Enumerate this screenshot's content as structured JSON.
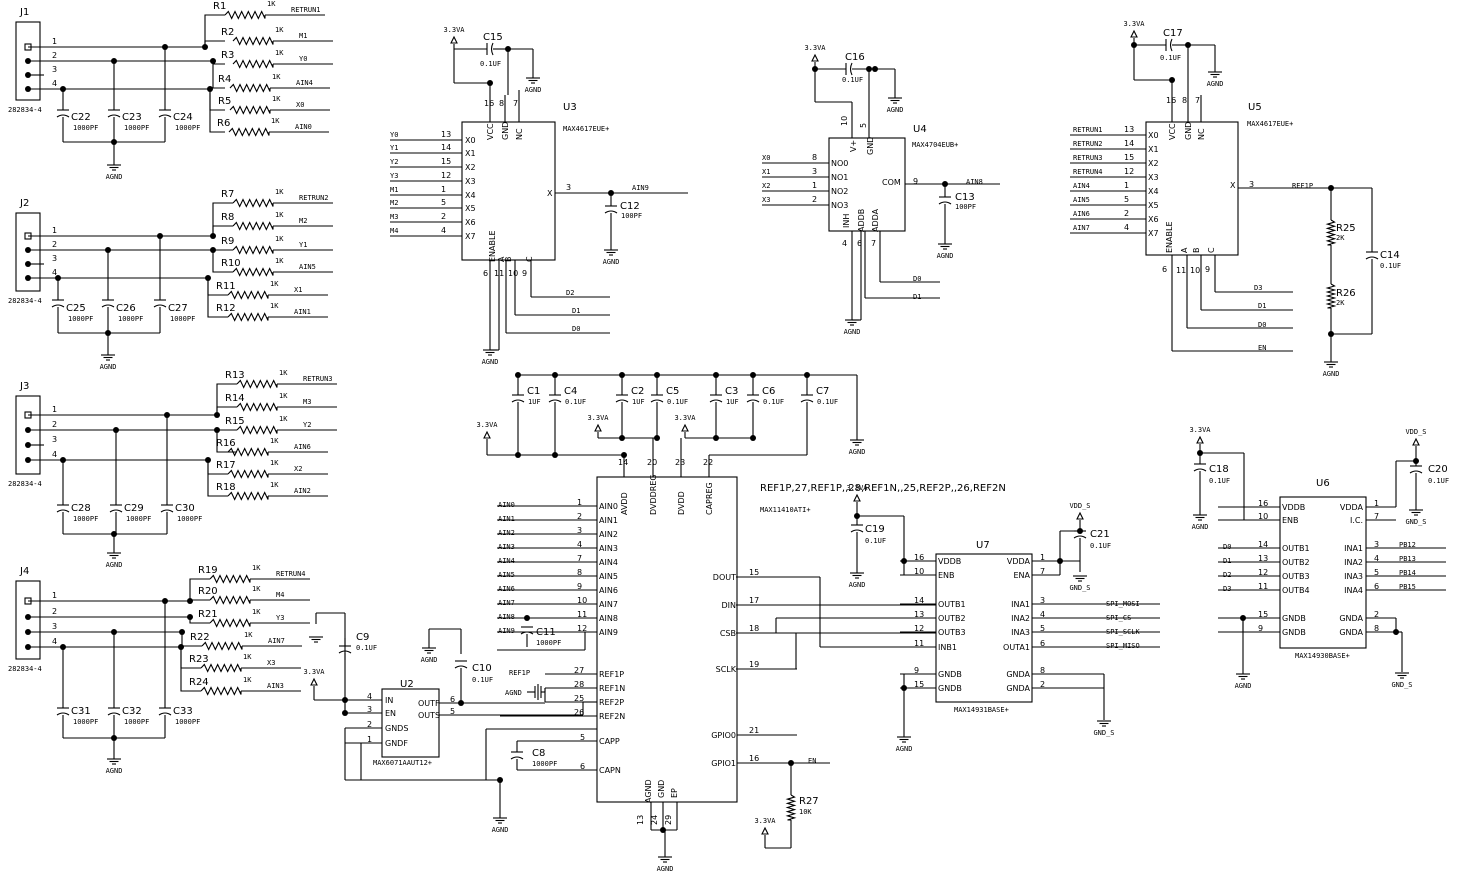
{
  "connectors": [
    {
      "ref": "J1",
      "part": "282834-4",
      "pins": [
        "1",
        "2",
        "3",
        "4"
      ]
    },
    {
      "ref": "J2",
      "part": "282834-4",
      "pins": [
        "1",
        "2",
        "3",
        "4"
      ]
    },
    {
      "ref": "J3",
      "part": "282834-4",
      "pins": [
        "1",
        "2",
        "3",
        "4"
      ]
    },
    {
      "ref": "J4",
      "part": "282834-4",
      "pins": [
        "1",
        "2",
        "3",
        "4"
      ]
    }
  ],
  "resistors": [
    {
      "ref": "R1",
      "value": "1K",
      "net": "RETRUN1"
    },
    {
      "ref": "R2",
      "value": "1K",
      "net": "M1"
    },
    {
      "ref": "R3",
      "value": "1K",
      "net": "Y0"
    },
    {
      "ref": "R4",
      "value": "1K",
      "net": "AIN4"
    },
    {
      "ref": "R5",
      "value": "1K",
      "net": "X0"
    },
    {
      "ref": "R6",
      "value": "1K",
      "net": "AIN0"
    },
    {
      "ref": "R7",
      "value": "1K",
      "net": "RETRUN2"
    },
    {
      "ref": "R8",
      "value": "1K",
      "net": "M2"
    },
    {
      "ref": "R9",
      "value": "1K",
      "net": "Y1"
    },
    {
      "ref": "R10",
      "value": "1K",
      "net": "AIN5"
    },
    {
      "ref": "R11",
      "value": "1K",
      "net": "X1"
    },
    {
      "ref": "R12",
      "value": "1K",
      "net": "AIN1"
    },
    {
      "ref": "R13",
      "value": "1K",
      "net": "RETRUN3"
    },
    {
      "ref": "R14",
      "value": "1K",
      "net": "M3"
    },
    {
      "ref": "R15",
      "value": "1K",
      "net": "Y2"
    },
    {
      "ref": "R16",
      "value": "1K",
      "net": "AIN6"
    },
    {
      "ref": "R17",
      "value": "1K",
      "net": "X2"
    },
    {
      "ref": "R18",
      "value": "1K",
      "net": "AIN2"
    },
    {
      "ref": "R19",
      "value": "1K",
      "net": "RETRUN4"
    },
    {
      "ref": "R20",
      "value": "1K",
      "net": "M4"
    },
    {
      "ref": "R21",
      "value": "1K",
      "net": "Y3"
    },
    {
      "ref": "R22",
      "value": "1K",
      "net": "AIN7"
    },
    {
      "ref": "R23",
      "value": "1K",
      "net": "X3"
    },
    {
      "ref": "R24",
      "value": "1K",
      "net": "AIN3"
    }
  ],
  "input_caps": [
    {
      "ref": "C22",
      "value": "1000PF"
    },
    {
      "ref": "C23",
      "value": "1000PF"
    },
    {
      "ref": "C24",
      "value": "1000PF"
    },
    {
      "ref": "C25",
      "value": "1000PF"
    },
    {
      "ref": "C26",
      "value": "1000PF"
    },
    {
      "ref": "C27",
      "value": "1000PF"
    },
    {
      "ref": "C28",
      "value": "1000PF"
    },
    {
      "ref": "C29",
      "value": "1000PF"
    },
    {
      "ref": "C30",
      "value": "1000PF"
    },
    {
      "ref": "C31",
      "value": "1000PF"
    },
    {
      "ref": "C32",
      "value": "1000PF"
    },
    {
      "ref": "C33",
      "value": "1000PF"
    }
  ],
  "u3": {
    "ref": "U3",
    "part": "MAX4617EUE+",
    "left_pins": [
      [
        "Y0",
        "13",
        "X0"
      ],
      [
        "Y1",
        "14",
        "X1"
      ],
      [
        "Y2",
        "15",
        "X2"
      ],
      [
        "Y3",
        "12",
        "X3"
      ],
      [
        "M1",
        "1",
        "X4"
      ],
      [
        "M2",
        "5",
        "X5"
      ],
      [
        "M3",
        "2",
        "X6"
      ],
      [
        "M4",
        "4",
        "X7"
      ]
    ],
    "top_pins": [
      [
        "16",
        "VCC"
      ],
      [
        "8",
        "GND"
      ],
      [
        "7",
        "NC"
      ]
    ],
    "bottom_pins": [
      [
        "6",
        "ENABLE"
      ],
      [
        "11",
        "A"
      ],
      [
        "10",
        "B"
      ],
      [
        "9",
        "C"
      ]
    ],
    "out": [
      "3",
      "X",
      "AIN9"
    ],
    "c15": {
      "ref": "C15",
      "value": "0.1UF"
    },
    "c12": {
      "ref": "C12",
      "value": "100PF"
    },
    "bus": [
      "D2",
      "D1",
      "D0"
    ]
  },
  "u4": {
    "ref": "U4",
    "part": "MAX4704EUB+",
    "left_pins": [
      [
        "X0",
        "8",
        "NO0"
      ],
      [
        "X1",
        "3",
        "NO1"
      ],
      [
        "X2",
        "1",
        "NO2"
      ],
      [
        "X3",
        "2",
        "NO3"
      ]
    ],
    "top_pins": [
      [
        "10",
        "V+"
      ],
      [
        "5",
        "GND"
      ]
    ],
    "bottom_pins": [
      [
        "4",
        "INH"
      ],
      [
        "6",
        "ADDB"
      ],
      [
        "7",
        "ADDA"
      ]
    ],
    "out": [
      "9",
      "COM",
      "AIN8"
    ],
    "c16": {
      "ref": "C16",
      "value": "0.1UF"
    },
    "c13": {
      "ref": "C13",
      "value": "100PF"
    },
    "bus": [
      "D0",
      "D1"
    ]
  },
  "u5": {
    "ref": "U5",
    "part": "MAX4617EUE+",
    "left_pins": [
      [
        "RETRUN1",
        "13",
        "X0"
      ],
      [
        "RETRUN2",
        "14",
        "X1"
      ],
      [
        "RETRUN3",
        "15",
        "X2"
      ],
      [
        "RETRUN4",
        "12",
        "X3"
      ],
      [
        "AIN4",
        "1",
        "X4"
      ],
      [
        "AIN5",
        "5",
        "X5"
      ],
      [
        "AIN6",
        "2",
        "X6"
      ],
      [
        "AIN7",
        "4",
        "X7"
      ]
    ],
    "top_pins": [
      [
        "16",
        "VCC"
      ],
      [
        "8",
        "GND"
      ],
      [
        "7",
        "NC"
      ]
    ],
    "bottom_pins": [
      [
        "6",
        "ENABLE"
      ],
      [
        "11",
        "A"
      ],
      [
        "10",
        "B"
      ],
      [
        "9",
        "C"
      ]
    ],
    "out": [
      "3",
      "X",
      "REF1P"
    ],
    "c17": {
      "ref": "C17",
      "value": "0.1UF"
    },
    "c14": {
      "ref": "C14",
      "value": "0.1UF"
    },
    "r25": {
      "ref": "R25",
      "value": "2K"
    },
    "r26": {
      "ref": "R26",
      "value": "2K"
    },
    "bus": [
      "D3",
      "D1",
      "D0",
      "EN"
    ]
  },
  "u1": {
    "ref": [
      [
        "REF1P",
        "27",
        "REF1P"
      ],
      [
        "",
        "28",
        "REF1N"
      ],
      [
        "",
        "25",
        "REF2P"
      ],
      [
        "",
        "26",
        "REF2N"
      ]
    ],
    "part": "MAX11410ATI+",
    "top_pins": [
      [
        "14",
        "AVDD"
      ],
      [
        "20",
        "DVDDREG"
      ],
      [
        "23",
        "DVDD"
      ],
      [
        "22",
        "CAPREG"
      ]
    ],
    "ain": [
      [
        "AIN0",
        "1",
        "AIN0"
      ],
      [
        "AIN1",
        "2",
        "AIN1"
      ],
      [
        "AIN2",
        "3",
        "AIN2"
      ],
      [
        "AIN3",
        "4",
        "AIN3"
      ],
      [
        "AIN4",
        "7",
        "AIN4"
      ],
      [
        "AIN5",
        "8",
        "AIN5"
      ],
      [
        "AIN6",
        "9",
        "AIN6"
      ],
      [
        "AIN7",
        "10",
        "AIN7"
      ],
      [
        "AIN8",
        "11",
        "AIN8"
      ],
      [
        "AIN9",
        "12",
        "AIN9"
      ]
    ],
    "cap": [
      [
        "5",
        "CAPP"
      ],
      [
        "6",
        "CAPN"
      ]
    ],
    "right_pins": [
      [
        "DOUT",
        "15"
      ],
      [
        "DIN",
        "17"
      ],
      [
        "CSB",
        "18"
      ],
      [
        "SCLK",
        "19"
      ],
      [
        "GPIO0",
        "21"
      ],
      [
        "GPIO1",
        "16"
      ]
    ],
    "bottom_pins": [
      [
        "13",
        "AGND"
      ],
      [
        "24",
        "GND"
      ],
      [
        "29",
        "EP"
      ]
    ],
    "gpio1_net": "EN",
    "r27": {
      "ref": "R27",
      "value": "10K"
    },
    "decoupling": [
      {
        "ref": "C1",
        "value": "1UF"
      },
      {
        "ref": "C4",
        "value": "0.1UF"
      },
      {
        "ref": "C2",
        "value": "1UF"
      },
      {
        "ref": "C5",
        "value": "0.1UF"
      },
      {
        "ref": "C3",
        "value": "1UF"
      },
      {
        "ref": "C6",
        "value": "0.1UF"
      },
      {
        "ref": "C7",
        "value": "0.1UF"
      }
    ],
    "c8": {
      "ref": "C8",
      "value": "1000PF"
    },
    "c11": {
      "ref": "C11",
      "value": "1000PF"
    }
  },
  "u2": {
    "ref": "U2",
    "part": "MAX6071AAUT12+",
    "left_pins": [
      [
        "4",
        "IN"
      ],
      [
        "3",
        "EN"
      ],
      [
        "2",
        "GNDS"
      ],
      [
        "1",
        "GNDF"
      ]
    ],
    "right_pins": [
      [
        "OUTF",
        "6"
      ],
      [
        "OUTS",
        "5"
      ]
    ],
    "c9": {
      "ref": "C9",
      "value": "0.1UF"
    },
    "c10": {
      "ref": "C10",
      "value": "0.1UF"
    }
  },
  "u7": {
    "ref": "U7",
    "part": "MAX14931BASE+",
    "left_pins": [
      [
        "16",
        "VDDB"
      ],
      [
        "10",
        "ENB"
      ],
      [
        "14",
        "OUTB1"
      ],
      [
        "13",
        "OUTB2"
      ],
      [
        "12",
        "OUTB3"
      ],
      [
        "11",
        "INB1"
      ],
      [
        "9",
        "GNDB"
      ],
      [
        "15",
        "GNDB"
      ]
    ],
    "right_pins": [
      [
        "VDDA",
        "1"
      ],
      [
        "ENA",
        "7"
      ],
      [
        "INA1",
        "3"
      ],
      [
        "INA2",
        "4"
      ],
      [
        "INA3",
        "5"
      ],
      [
        "OUTA1",
        "6"
      ],
      [
        "GNDA",
        "8"
      ],
      [
        "GNDA",
        "2"
      ]
    ],
    "nets": [
      "SPI_MOSI",
      "SPI_CS",
      "SPI_SCLK",
      "SPI_MISO"
    ],
    "c19": {
      "ref": "C19",
      "value": "0.1UF"
    },
    "c21": {
      "ref": "C21",
      "value": "0.1UF"
    }
  },
  "u6": {
    "ref": "U6",
    "part": "MAX14930BASE+",
    "left_pins": [
      [
        "16",
        "VDDB"
      ],
      [
        "10",
        "ENB"
      ],
      [
        "D0",
        "14",
        "OUTB1"
      ],
      [
        "D1",
        "13",
        "OUTB2"
      ],
      [
        "D2",
        "12",
        "OUTB3"
      ],
      [
        "D3",
        "11",
        "OUTB4"
      ],
      [
        "15",
        "GNDB"
      ],
      [
        "9",
        "GNDB"
      ]
    ],
    "right_pins": [
      [
        "VDDA",
        "1"
      ],
      [
        "I.C.",
        "7"
      ],
      [
        "INA1",
        "3",
        "PB12"
      ],
      [
        "INA2",
        "4",
        "PB13"
      ],
      [
        "INA3",
        "5",
        "PB14"
      ],
      [
        "INA4",
        "6",
        "PB15"
      ],
      [
        "GNDA",
        "2"
      ],
      [
        "GNDA",
        "8"
      ]
    ],
    "c18": {
      "ref": "C18",
      "value": "0.1UF"
    },
    "c20": {
      "ref": "C20",
      "value": "0.1UF"
    }
  },
  "power": {
    "agnd": "AGND",
    "v33": "3.3VA",
    "gnds": "GND_S",
    "vdds": "VDD_S"
  }
}
